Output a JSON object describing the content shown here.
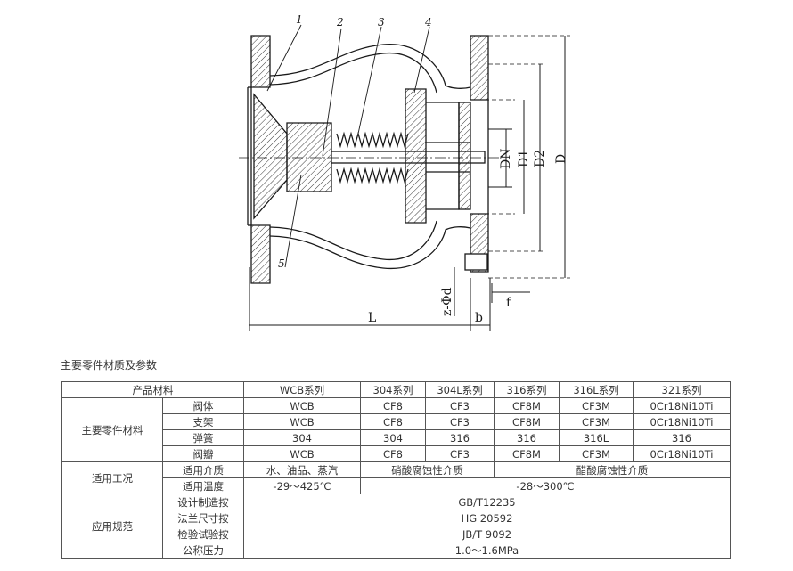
{
  "drawing": {
    "part_numbers": [
      "1",
      "2",
      "3",
      "4",
      "5"
    ],
    "dims": {
      "dn": "DN",
      "d1": "D1",
      "d2": "D2",
      "d": "D",
      "l": "L",
      "b": "b",
      "f": "f",
      "zd": "z-Φd"
    }
  },
  "section_title": "主要零件材质及参数",
  "table": {
    "header": {
      "label": "产品材料",
      "cols": [
        "WCB系列",
        "304系列",
        "304L系列",
        "316系列",
        "316L系列",
        "321系列"
      ]
    },
    "materials": {
      "group": "主要零件材料",
      "rows": [
        {
          "name": "阀体",
          "vals": [
            "WCB",
            "CF8",
            "CF3",
            "CF8M",
            "CF3M",
            "0Cr18Ni10Ti"
          ]
        },
        {
          "name": "支架",
          "vals": [
            "WCB",
            "CF8",
            "CF3",
            "CF8M",
            "CF3M",
            "0Cr18Ni10Ti"
          ]
        },
        {
          "name": "弹簧",
          "vals": [
            "304",
            "304",
            "316",
            "316",
            "316L",
            "316"
          ]
        },
        {
          "name": "阀瓣",
          "vals": [
            "WCB",
            "CF8",
            "CF3",
            "CF8M",
            "CF3M",
            "0Cr18Ni10Ti"
          ]
        }
      ]
    },
    "conditions": {
      "group": "适用工况",
      "medium": {
        "name": "适用介质",
        "wcb": "水、油品、蒸汽",
        "mid": "硝酸腐蚀性介质",
        "right": "醋酸腐蚀性介质"
      },
      "temperature": {
        "name": "适用温度",
        "wcb": "-29～425℃",
        "rest": "-28～300℃"
      }
    },
    "standards": {
      "group": "应用规范",
      "rows": [
        {
          "name": "设计制造按",
          "value": "GB/T12235"
        },
        {
          "name": "法兰尺寸按",
          "value": "HG 20592"
        },
        {
          "name": "检验试验按",
          "value": "JB/T 9092"
        },
        {
          "name": "公称压力",
          "value": "1.0～1.6MPa"
        }
      ]
    }
  }
}
